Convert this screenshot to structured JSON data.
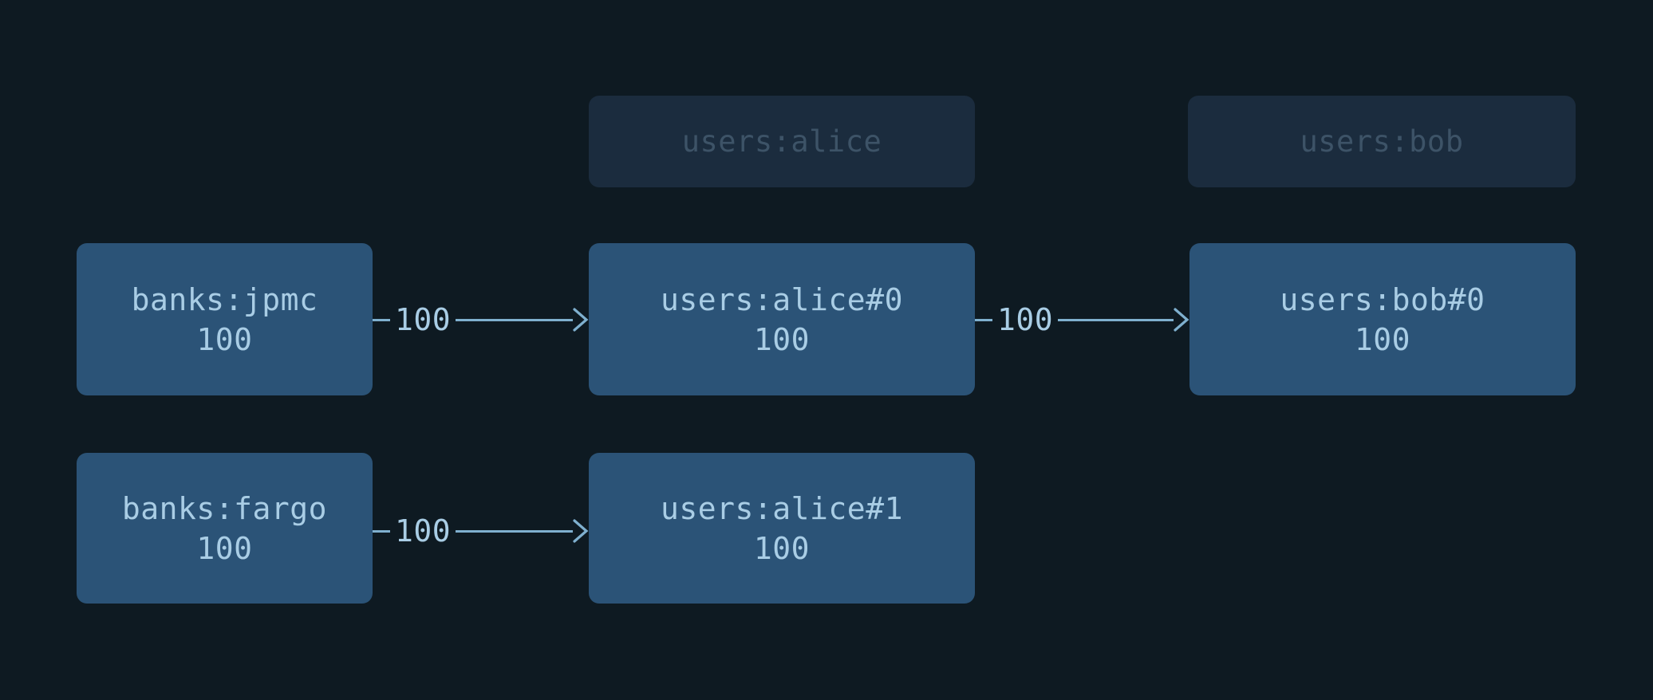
{
  "diagram": {
    "type": "account-flow-graph",
    "background_color": "#0e1a22",
    "node_color": "#2b5377",
    "group_color": "#1b2c3e",
    "text_color": "#a9cde5",
    "muted_text_color": "#3d5367",
    "edge_color": "#7fb0cf",
    "groups": [
      {
        "label": "users:alice"
      },
      {
        "label": "users:bob"
      }
    ],
    "accounts": [
      {
        "name": "banks:jpmc",
        "balance": "100"
      },
      {
        "name": "users:alice#0",
        "balance": "100"
      },
      {
        "name": "users:bob#0",
        "balance": "100"
      },
      {
        "name": "banks:fargo",
        "balance": "100"
      },
      {
        "name": "users:alice#1",
        "balance": "100"
      }
    ],
    "edges": [
      {
        "from": "banks:jpmc",
        "to": "users:alice#0",
        "amount": "100"
      },
      {
        "from": "users:alice#0",
        "to": "users:bob#0",
        "amount": "100"
      },
      {
        "from": "banks:fargo",
        "to": "users:alice#1",
        "amount": "100"
      }
    ]
  }
}
